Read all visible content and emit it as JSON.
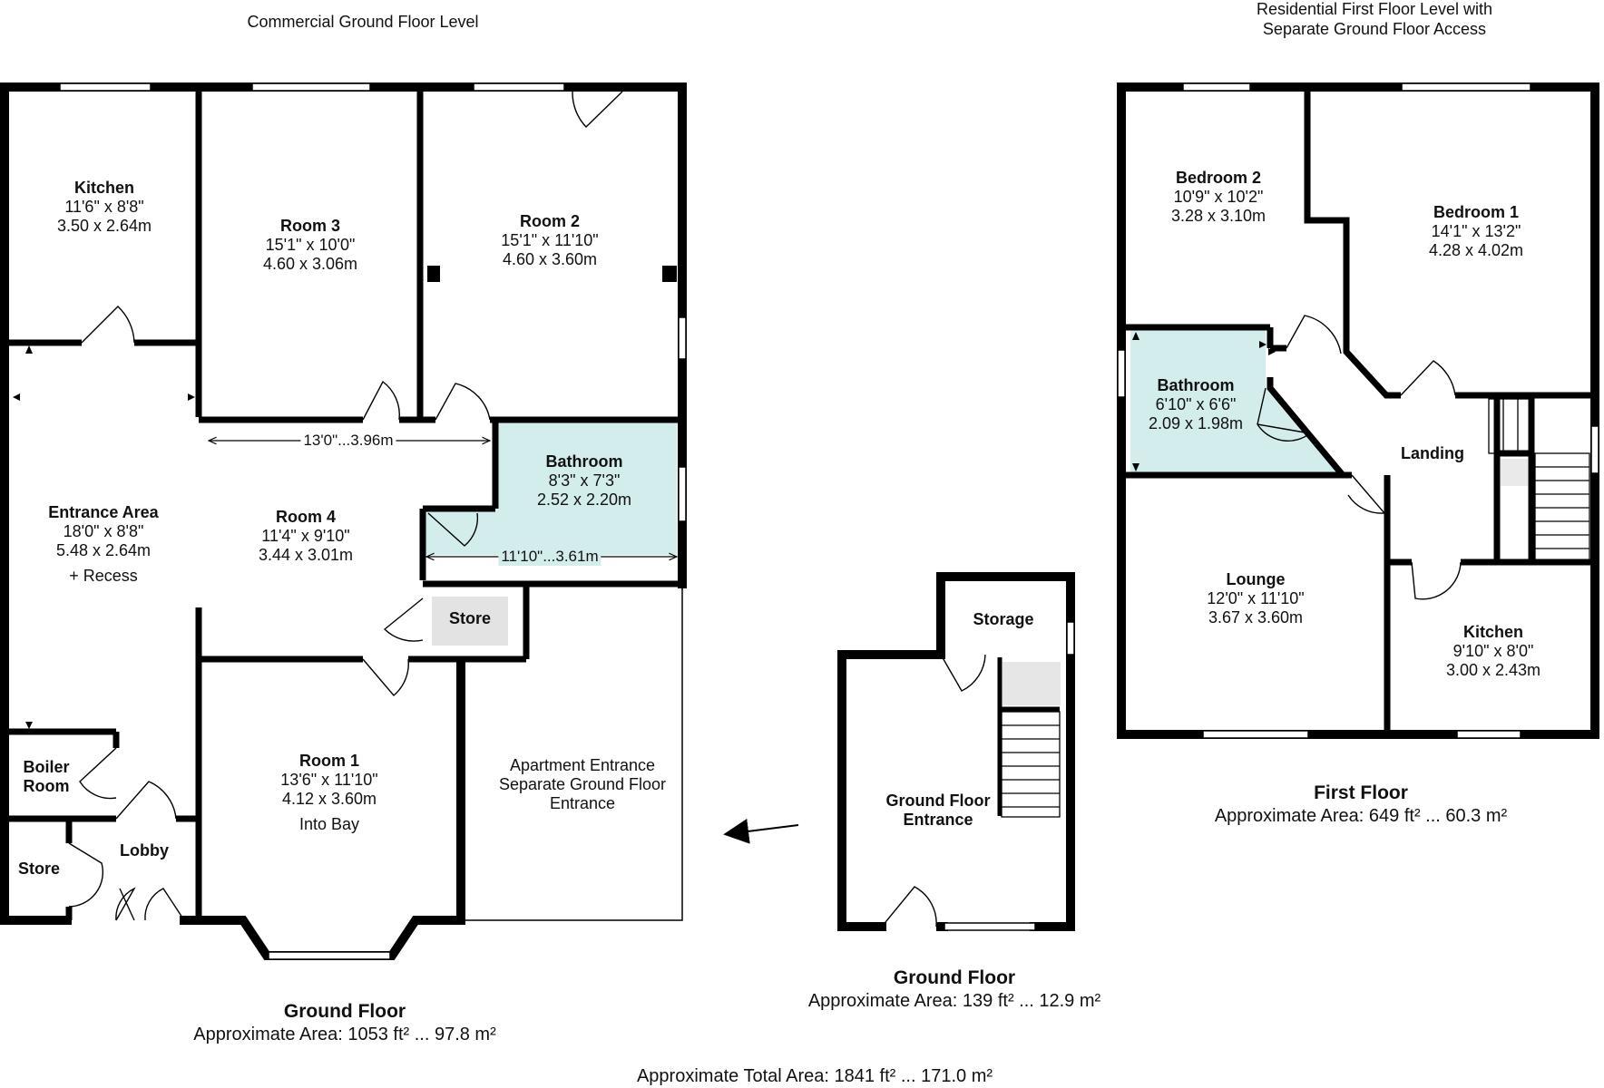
{
  "headers": {
    "commercial": "Commercial Ground Floor Level",
    "residential_line1": "Residential First Floor Level with",
    "residential_line2": "Separate Ground Floor Access"
  },
  "colors": {
    "wall": "#000000",
    "bathroom_fill": "#d3ecec",
    "window": "#ffffff"
  },
  "ground_floor_commercial": {
    "rooms": {
      "kitchen": {
        "name": "Kitchen",
        "imperial": "11'6\" x 8'8\"",
        "metric": "3.50 x 2.64m"
      },
      "room3": {
        "name": "Room 3",
        "imperial": "15'1\" x 10'0\"",
        "metric": "4.60 x 3.06m"
      },
      "room2": {
        "name": "Room 2",
        "imperial": "15'1\" x 11'10\"",
        "metric": "4.60 x 3.60m"
      },
      "entrance": {
        "name": "Entrance Area",
        "imperial": "18'0\" x 8'8\"",
        "metric": "5.48 x 2.64m",
        "note": "+ Recess"
      },
      "room4": {
        "name": "Room 4",
        "imperial": "11'4\" x 9'10\"",
        "metric": "3.44 x 3.01m"
      },
      "bathroom": {
        "name": "Bathroom",
        "imperial": "8'3\" x 7'3\"",
        "metric": "2.52 x 2.20m"
      },
      "store": {
        "name": "Store"
      },
      "room1": {
        "name": "Room 1",
        "imperial": "13'6\" x 11'10\"",
        "metric": "4.12 x 3.60m",
        "note": "Into Bay"
      },
      "boiler": {
        "name_line1": "Boiler",
        "name_line2": "Room"
      },
      "store2": {
        "name": "Store"
      },
      "lobby": {
        "name": "Lobby"
      },
      "apartment": {
        "line1": "Apartment Entrance",
        "line2": "Separate Ground Floor",
        "line3": "Entrance"
      }
    },
    "dim_corridor": "13'0\"...3.96m",
    "dim_bathroom": "11'10\"...3.61m",
    "summary_title": "Ground Floor",
    "summary_area": "Approximate Area: 1053 ft² ... 97.8 m²"
  },
  "ground_floor_entrance": {
    "storage": "Storage",
    "entrance_line1": "Ground Floor",
    "entrance_line2": "Entrance",
    "summary_title": "Ground Floor",
    "summary_area": "Approximate Area: 139 ft² ... 12.9 m²"
  },
  "first_floor": {
    "rooms": {
      "bedroom2": {
        "name": "Bedroom 2",
        "imperial": "10'9\" x 10'2\"",
        "metric": "3.28 x 3.10m"
      },
      "bedroom1": {
        "name": "Bedroom 1",
        "imperial": "14'1\" x 13'2\"",
        "metric": "4.28 x 4.02m"
      },
      "bathroom": {
        "name": "Bathroom",
        "imperial": "6'10\" x 6'6\"",
        "metric": "2.09 x 1.98m"
      },
      "landing": {
        "name": "Landing"
      },
      "lounge": {
        "name": "Lounge",
        "imperial": "12'0\" x 11'10\"",
        "metric": "3.67 x 3.60m"
      },
      "kitchen": {
        "name": "Kitchen",
        "imperial": "9'10\" x 8'0\"",
        "metric": "3.00 x 2.43m"
      }
    },
    "summary_title": "First Floor",
    "summary_area": "Approximate Area: 649 ft² ... 60.3 m²"
  },
  "total_area": "Approximate Total Area: 1841 ft² ... 171.0 m²"
}
